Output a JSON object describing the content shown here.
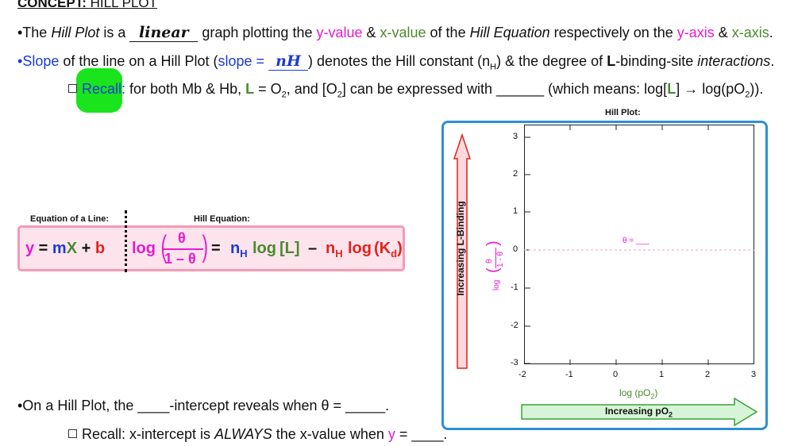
{
  "header": {
    "concept_label": "CONCEPT:",
    "concept_title": "HILL PLOT"
  },
  "bullet1": {
    "prefix": "•The ",
    "hill_plot": "Hill Plot",
    "is_a": " is a ",
    "answer": "linear",
    "middle": " graph plotting the ",
    "y_value": "y-value",
    "amp1": " & ",
    "x_value": "x-value",
    "of_the": " of the ",
    "hill_eq": "Hill Equation",
    "respectively": " respectively on the ",
    "y_axis": "y-axis",
    "amp2": " & ",
    "x_axis": "x-axis",
    "period": "."
  },
  "bullet2": {
    "bullet": "•",
    "slope": "Slope",
    "of_line": " of the line on a Hill Plot (",
    "slope_eq": "slope = ",
    "answer": "nH",
    "rest": ") denotes the Hill constant (n",
    "sub": "H",
    "rest2": ") & the degree of ",
    "L": "L",
    "rest3": "-binding-site ",
    "interactions": "interactions",
    "period": "."
  },
  "recall1": {
    "recall": "Recall:",
    "t1": " for both Mb & Hb, ",
    "L": "L",
    "t2": " = O",
    "sub2": "2",
    "t3": ", and [O",
    "sub3": "2",
    "t4": "] can be expressed with ",
    "blank": "______",
    "t5": " (which means: log[",
    "L2": "L",
    "t6": "] → log(pO",
    "sub6": "2",
    "t7": "))."
  },
  "equation": {
    "line_label": "Equation of a Line:",
    "hill_label": "Hill Equation:",
    "y": "y",
    "eq": " = ",
    "m": "m",
    "X": "X",
    "plus": " + ",
    "b": "b",
    "log": "log",
    "theta": "θ",
    "one_minus_theta": "1 – θ",
    "eq2": " = ",
    "nH": "n",
    "nH_sub": "H",
    "logL_log": "log",
    "logL": "[L]",
    "minus": " – ",
    "nH2": "n",
    "nH2_sub": "H",
    "logK_log": "log",
    "K": "K",
    "K_sub": "d"
  },
  "hill_plot": {
    "title": "Hill Plot:",
    "y_arrow_label": "Increasing L-Binding",
    "y_axis_log": "log",
    "y_axis_num": "θ",
    "y_axis_den": "1 - θ",
    "y_ticks": [
      "3",
      "2",
      "1",
      "0",
      "-1",
      "-2",
      "-3"
    ],
    "x_ticks": [
      "-2",
      "-1",
      "0",
      "1",
      "2",
      "3"
    ],
    "theta_label": "θ = ___",
    "x_axis_label": "log (pO",
    "x_axis_sub": "2",
    "x_axis_close": ")",
    "x_arrow_label": "Increasing pO",
    "x_arrow_sub": "2"
  },
  "bullet3": {
    "t1": "•On a Hill Plot, the ",
    "blank1": "____",
    "t2": "-intercept reveals when θ = ",
    "blank2": "_____",
    "t3": "."
  },
  "recall2": {
    "t1": "Recall: x-intercept is ",
    "always": "ALWAYS",
    "t2": " the x-value when ",
    "y": "y",
    "t3": " = ",
    "blank": "____",
    "t4": "."
  },
  "colors": {
    "magenta": "#e51bd1",
    "green": "#4b8a2e",
    "blue": "#1c3ad6",
    "red": "#e3221b",
    "pink_box": "#f49ab6",
    "panel_border": "#2d8fd6",
    "highlight": "#19e41c"
  }
}
